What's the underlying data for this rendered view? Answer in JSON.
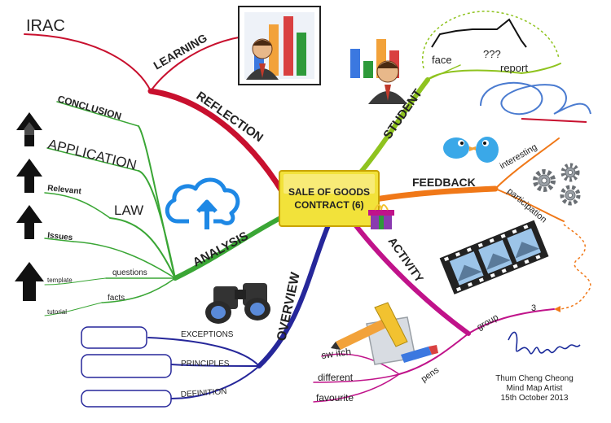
{
  "center": {
    "line1": "SALE OF GOODS",
    "line2": "CONTRACT (6)"
  },
  "branches": {
    "reflection": {
      "label": "REFLECTION",
      "color": "#c8102e",
      "children": {
        "learning": "LEARNING",
        "irac": "IRAC"
      }
    },
    "analysis": {
      "label": "ANALYSIS",
      "color": "#3aa635",
      "children": [
        "CONCLUSION",
        "APPLICATION",
        "Relevant",
        "LAW",
        "Issues",
        "questions",
        "template",
        "facts",
        "tutorial"
      ]
    },
    "overview": {
      "label": "OVERVIEW",
      "color": "#26279a",
      "children": [
        "EXCEPTIONS",
        "PRINCIPLES",
        "DEFINITION"
      ]
    },
    "student": {
      "label": "STUDENT",
      "color": "#8fc31f",
      "children": [
        "face",
        "???",
        "report"
      ]
    },
    "feedback": {
      "label": "FEEDBACK",
      "color": "#f07818",
      "children": [
        "interesting",
        "participation"
      ]
    },
    "activity": {
      "label": "ACTIVITY",
      "color": "#c0138a",
      "children": [
        "group",
        "3",
        "pens",
        "sw itch",
        "different",
        "favourite"
      ]
    }
  },
  "credit": {
    "line1": "Thum Cheng Cheong",
    "line2": "Mind Map Artist",
    "line3": "15th October 2013"
  },
  "colors": {
    "center_fill": "#f2e23a",
    "center_border": "#c9a400",
    "cloud": "#1e88e5",
    "signature": "#1a2a9a"
  }
}
